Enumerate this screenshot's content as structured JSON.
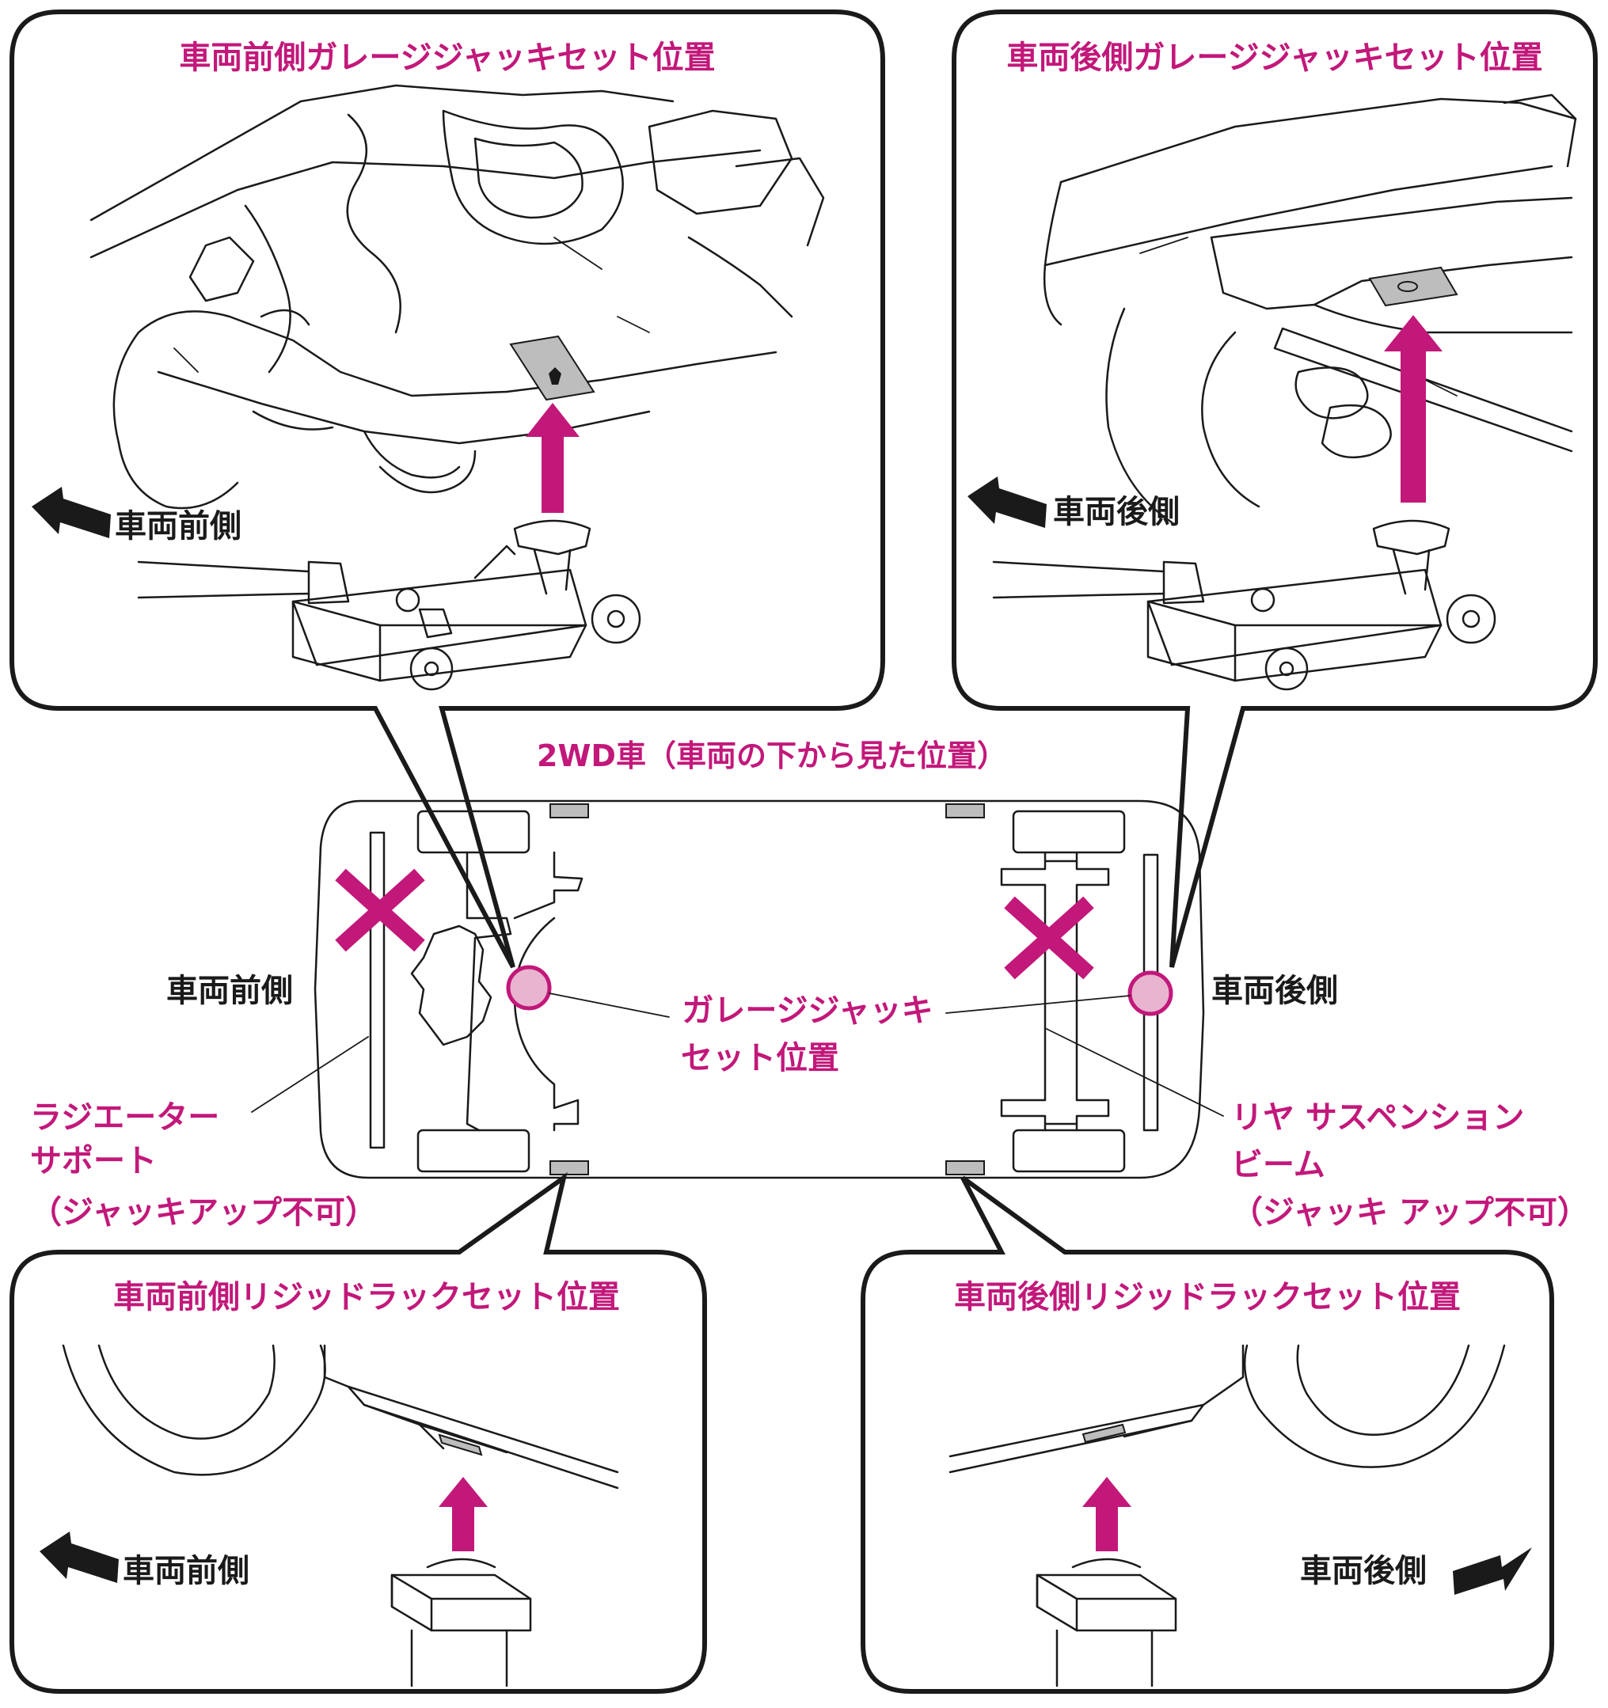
{
  "colors": {
    "accent": "#c2187a",
    "ink": "#1a1a1a",
    "background": "#ffffff",
    "marker_fill": "#e8b4cf",
    "pad_gray": "#bdbdbd"
  },
  "panels": {
    "front_garage": {
      "title": "車両前側ガレージジャッキセット位置",
      "direction": "車両前側"
    },
    "rear_garage": {
      "title": "車両後側ガレージジャッキセット位置",
      "direction": "車両後側"
    },
    "front_rigid": {
      "title": "車両前側リジッドラックセット位置",
      "direction": "車両前側"
    },
    "rear_rigid": {
      "title": "車両後側リジッドラックセット位置",
      "direction": "車両後側"
    }
  },
  "center": {
    "title": "2WD車（車両の下から見た位置）",
    "front_label": "車両前側",
    "rear_label": "車両後側",
    "jack_point_line1": "ガレージジャッキ",
    "jack_point_line2": "セット位置",
    "radiator_line1": "ラジエーター",
    "radiator_line2": "サポート",
    "radiator_line3": "（ジャッキアップ不可）",
    "rear_beam_line1": "リヤ サスペンション",
    "rear_beam_line2": "ビーム",
    "rear_beam_line3": "（ジャッキ アップ不可）"
  },
  "icons": [
    "arrow-left-icon",
    "arrow-right-icon",
    "arrow-up-icon",
    "cross-mark-icon",
    "jack-point-marker-icon"
  ]
}
